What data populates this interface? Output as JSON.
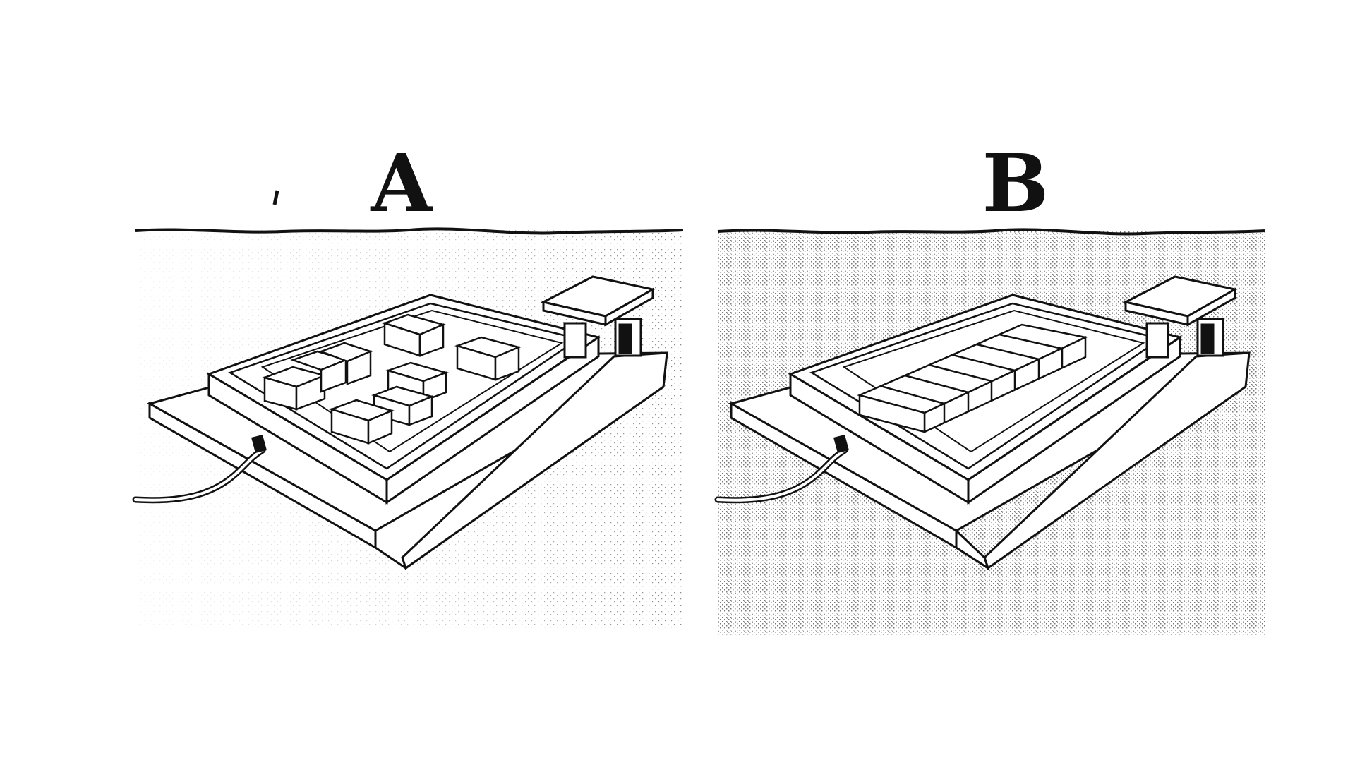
{
  "panels": [
    {
      "label": "A",
      "arrangement": "scattered"
    },
    {
      "label": "B",
      "arrangement": "row"
    }
  ],
  "colors": {
    "ink": "#111111",
    "paper": "#ffffff",
    "stipple": "#8a8a8a"
  }
}
